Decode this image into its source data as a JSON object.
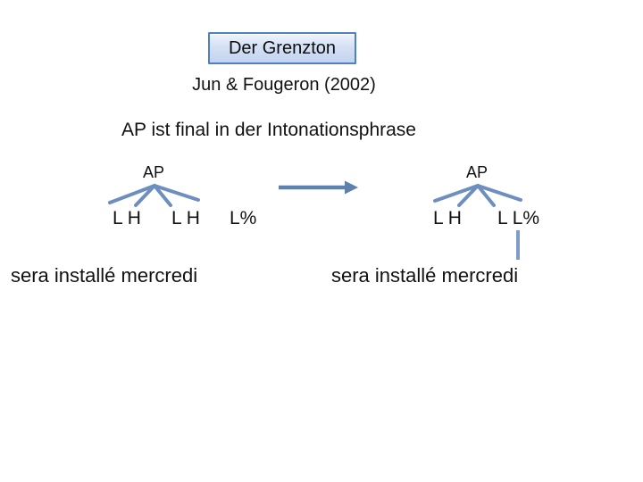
{
  "slide": {
    "title_box": "Der Grenzton",
    "subtitle": "Jun & Fougeron (2002)",
    "heading": "AP ist final in der Intonationsphrase",
    "left_tree": {
      "root": "AP",
      "leaves": [
        "L H",
        "L H",
        "L%"
      ],
      "caption": "sera installé mercredi"
    },
    "right_tree": {
      "root": "AP",
      "leaves": [
        "L H",
        "L L%"
      ],
      "caption": "sera installé mercredi"
    },
    "colors": {
      "branch": "#6d8ebe",
      "arrow": "#5e80ac",
      "drop_line": "#7f9cc6",
      "box_border": "#4f81bd",
      "text": "#111111"
    }
  }
}
